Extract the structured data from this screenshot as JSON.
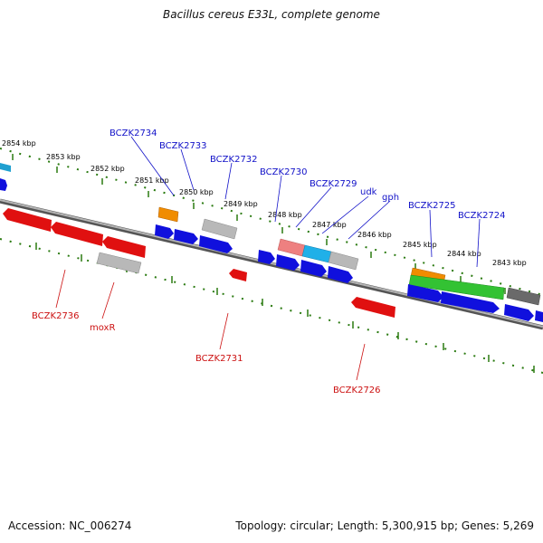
{
  "title": "Bacillus cereus E33L, complete genome",
  "footer": {
    "accession": "Accession: NC_006274",
    "topology": "Topology: circular; Length: 5,300,915 bp; Genes: 5,269"
  },
  "ticks": [
    "2854 kbp",
    "2853 kbp",
    "2852 kbp",
    "2851 kbp",
    "2850 kbp",
    "2849 kbp",
    "2848 kbp",
    "2847 kbp",
    "2846 kbp",
    "2845 kbp",
    "2844 kbp",
    "2843 kbp"
  ],
  "top_labels": [
    "BCZK2734",
    "BCZK2733",
    "BCZK2732",
    "BCZK2730",
    "BCZK2729",
    "udk",
    "gph",
    "BCZK2725",
    "BCZK2724"
  ],
  "bottom_labels": [
    "BCZK2736",
    "moxR",
    "BCZK2731",
    "BCZK2726"
  ],
  "colors": {
    "blue_gene": "#1010dd",
    "red_gene": "#e01010",
    "grey_gene": "#b8b8b8",
    "orange_gene": "#f08c00",
    "green_gene": "#33c233",
    "cyan_gene": "#20b0e8",
    "pink_gene": "#ee8080",
    "dark_gene": "#6a6a6a",
    "backbone": "#8a8a8a",
    "tick_ring": "#2a7a10",
    "top_label": "#1111c8",
    "bottom_label": "#cc1111"
  }
}
